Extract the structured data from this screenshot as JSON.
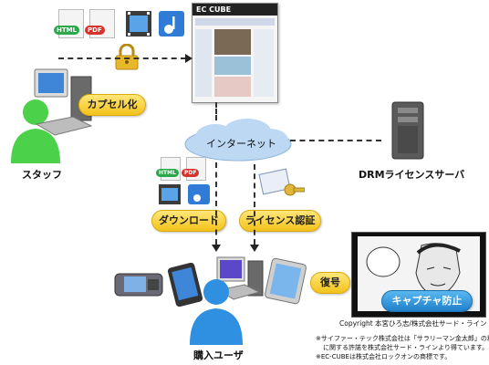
{
  "nodes": {
    "staff": "スタッフ",
    "encapsulate": "カプセル化",
    "internet": "インターネット",
    "drm_server": "DRMライセンスサーバ",
    "download": "ダウンロード",
    "license_auth": "ライセンス認証",
    "buyer": "購入ユーザ",
    "decrypt": "復号",
    "capture_prevent": "キャプチャ防止"
  },
  "file_tags": {
    "html": "HTML",
    "pdf": "PDF"
  },
  "logo": {
    "text": "EC CUBE"
  },
  "copyright": "Copyright 本宮ひろ志/株式会社サード・ライン",
  "notes": [
    "※サイファー・テック株式会社は「サラリーマン金太郎」の利用",
    "に関する許諾を株式会社サード・ラインより得ています。",
    "※EC-CUBEは株式会社ロックオンの商標です。"
  ],
  "colors": {
    "staff_green": "#4cd14a",
    "buyer_blue": "#2f8fe0",
    "pill_yellow": "#f3c21b",
    "cloud_blue": "#bcd8f2"
  }
}
